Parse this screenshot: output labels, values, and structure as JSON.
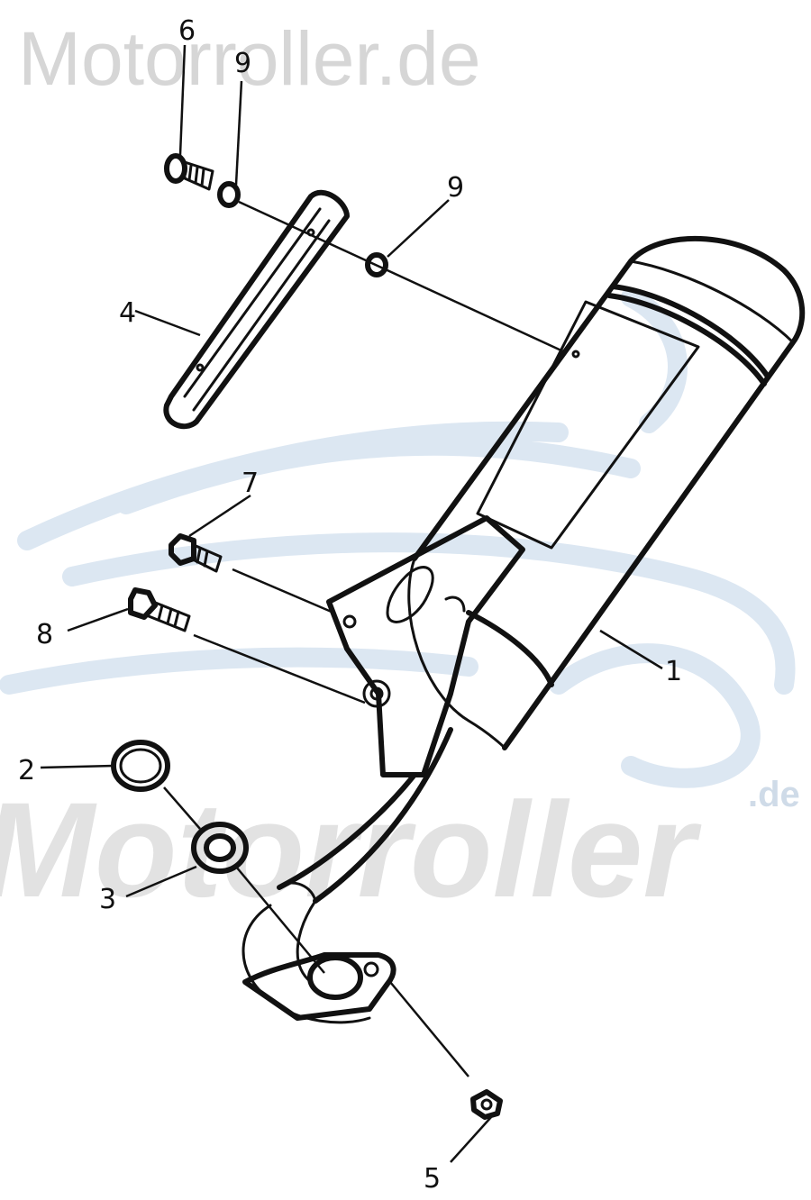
{
  "watermark": {
    "top": "Motorroller.de",
    "middle": "Motorroller",
    "middle_suffix": ".de"
  },
  "callouts": [
    {
      "id": "1",
      "label": "1"
    },
    {
      "id": "2",
      "label": "2"
    },
    {
      "id": "3",
      "label": "3"
    },
    {
      "id": "4",
      "label": "4"
    },
    {
      "id": "5",
      "label": "5"
    },
    {
      "id": "6",
      "label": "6"
    },
    {
      "id": "7",
      "label": "7"
    },
    {
      "id": "8",
      "label": "8"
    },
    {
      "id": "9a",
      "label": "9"
    },
    {
      "id": "9b",
      "label": "9"
    }
  ],
  "colors": {
    "ink": "#111111",
    "watermark_grey": "#d6d6d6",
    "watermark_blue": "#dce7f2"
  }
}
